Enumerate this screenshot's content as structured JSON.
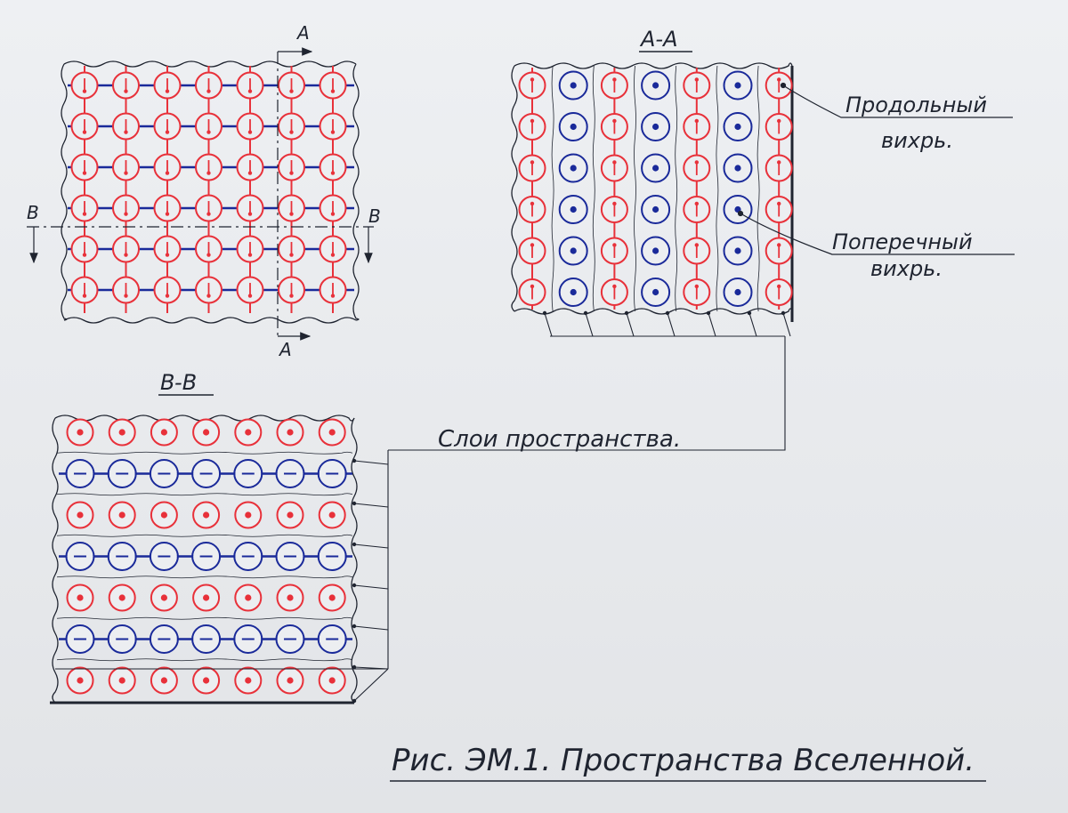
{
  "labels": {
    "section_a_top": "A",
    "section_a_bottom": "A",
    "section_b_left": "B",
    "section_b_right": "B",
    "title_aa": "A-A",
    "title_bb": "B-B",
    "longitudinal_line1": "Продольный",
    "longitudinal_line2": "вихрь.",
    "transverse_line1": "Поперечный",
    "transverse_line2": "вихрь.",
    "layers": "Слои пространства.",
    "caption": "Рис. ЭМ.1.  Пространства Вселенной."
  },
  "colors": {
    "red": "#e8313a",
    "blue": "#1a2a9a",
    "ink": "#1f2430",
    "paper": "#eceef1"
  },
  "grids": {
    "plan": {
      "rows": 6,
      "cols": 7,
      "vortex": "red-arrow-down",
      "links": "blue-horizontal"
    },
    "section_aa": {
      "rows": 6,
      "cols": 7,
      "pattern": [
        "red-arrow-up",
        "blue-dot",
        "red-arrow-up",
        "blue-dot",
        "red-arrow-up",
        "blue-dot",
        "red-arrow-up"
      ]
    },
    "section_bb": {
      "rows": 7,
      "cols": 7,
      "pattern": [
        "red-dot",
        "blue-minus",
        "red-dot",
        "blue-minus",
        "red-dot",
        "blue-minus",
        "red-dot"
      ]
    }
  }
}
